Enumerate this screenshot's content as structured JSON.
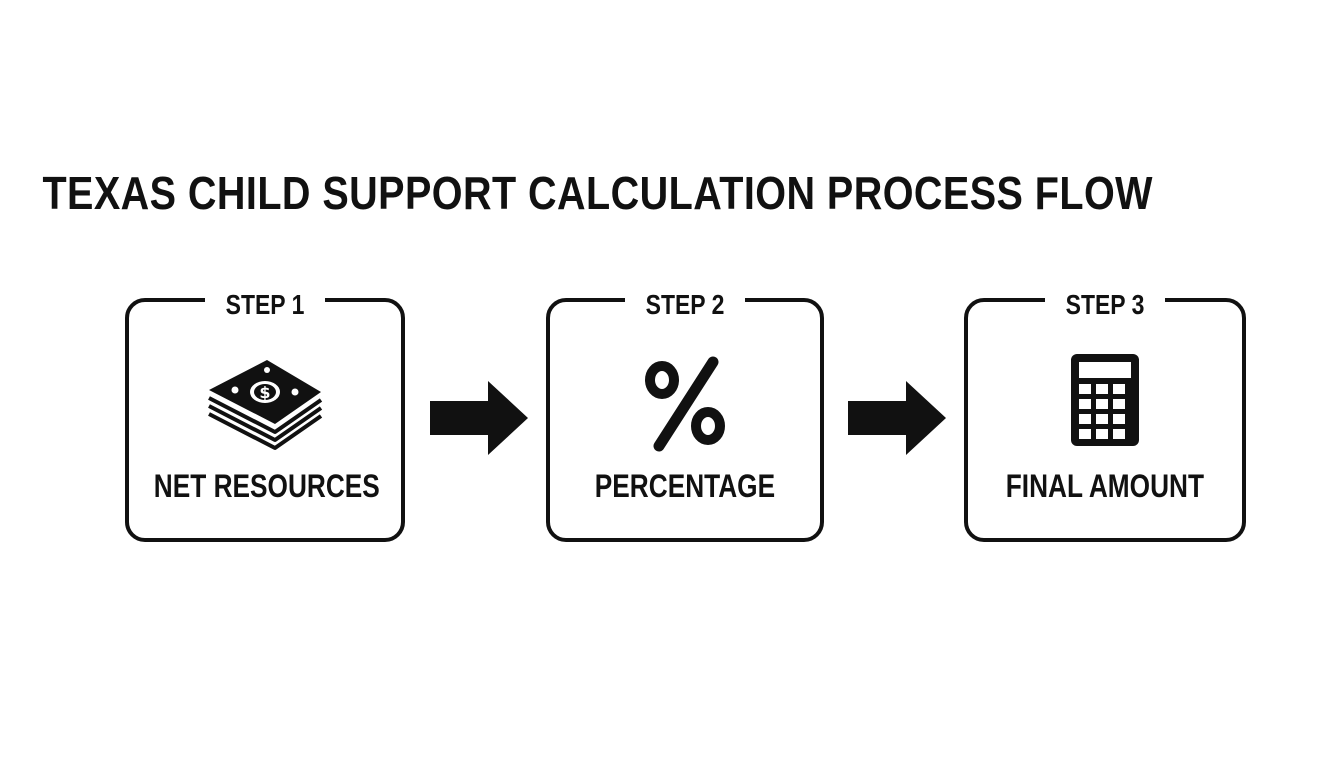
{
  "title": "TEXAS CHILD SUPPORT CALCULATION PROCESS FLOW",
  "steps": [
    {
      "label": "STEP 1",
      "caption": "NET RESOURCES",
      "icon": "money-stack-icon"
    },
    {
      "label": "STEP 2",
      "caption": "PERCENTAGE",
      "icon": "percent-icon"
    },
    {
      "label": "STEP 3",
      "caption": "FINAL AMOUNT",
      "icon": "calculator-icon"
    }
  ],
  "colors": {
    "ink": "#111111",
    "background": "#ffffff"
  }
}
